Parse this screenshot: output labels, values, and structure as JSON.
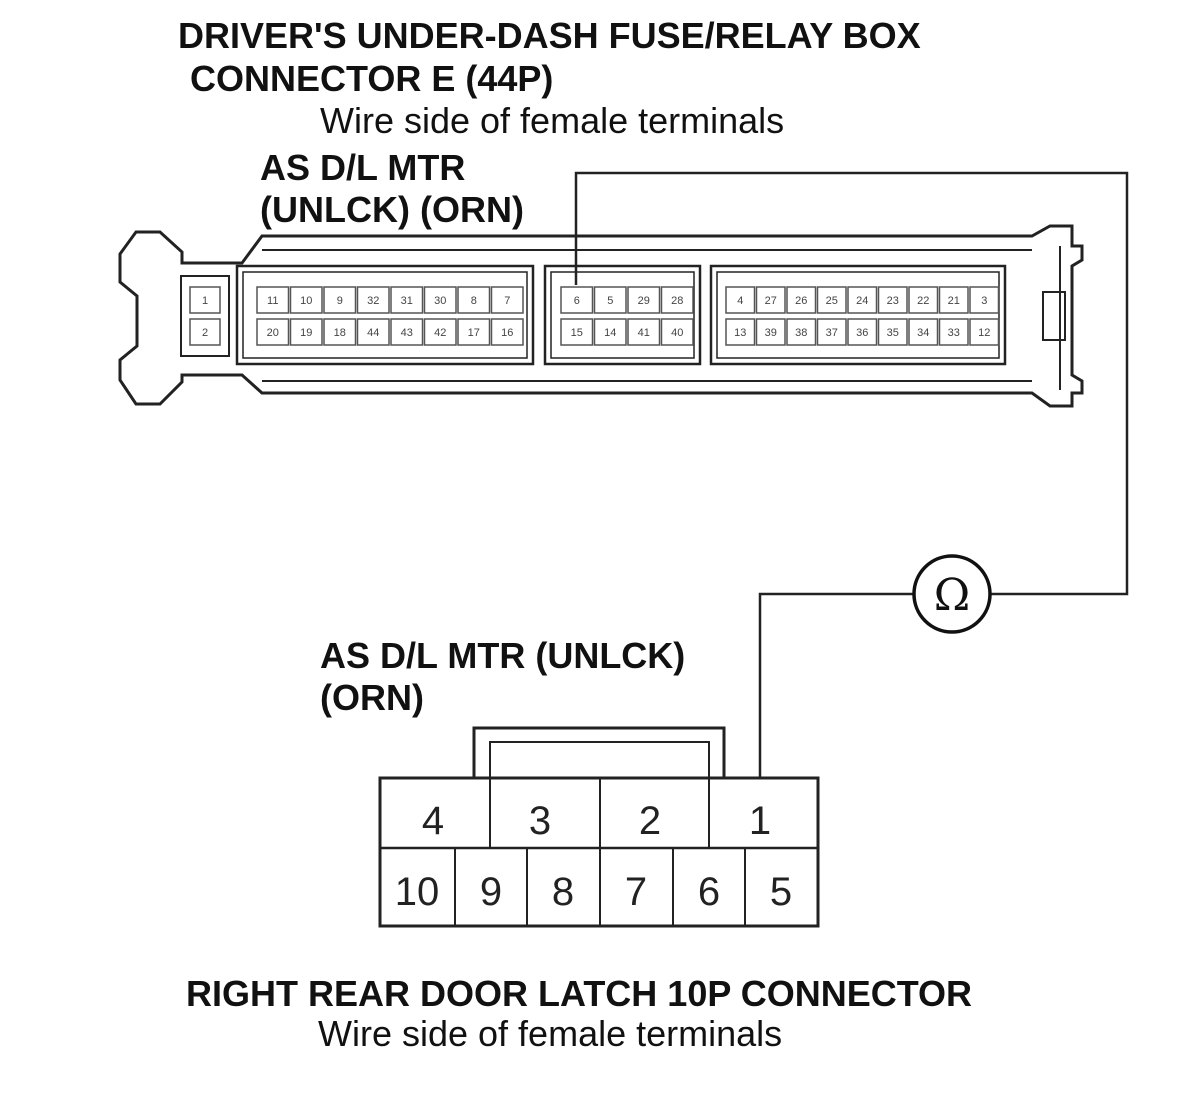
{
  "top_connector": {
    "title_line1": "DRIVER'S UNDER-DASH FUSE/RELAY BOX",
    "title_line2": "CONNECTOR E (44P)",
    "subtitle": "Wire side of female terminals",
    "wire_label_line1": "AS D/L MTR",
    "wire_label_line2": "(UNLCK) (ORN)",
    "pins_left_small": {
      "top": [
        "1"
      ],
      "bottom": [
        "2"
      ]
    },
    "pins_left": {
      "top": [
        "11",
        "10",
        "9",
        "32",
        "31",
        "30",
        "8",
        "7"
      ],
      "bottom": [
        "20",
        "19",
        "18",
        "44",
        "43",
        "42",
        "17",
        "16"
      ]
    },
    "pins_middle": {
      "top": [
        "6",
        "5",
        "29",
        "28"
      ],
      "bottom": [
        "15",
        "14",
        "41",
        "40"
      ]
    },
    "pins_right": {
      "top": [
        "4",
        "27",
        "26",
        "25",
        "24",
        "23",
        "22",
        "21",
        "3"
      ],
      "bottom": [
        "13",
        "39",
        "38",
        "37",
        "36",
        "35",
        "34",
        "33",
        "12"
      ]
    },
    "probed_pin": "6"
  },
  "meter": {
    "symbol": "Ω",
    "icon": "ohmmeter-icon"
  },
  "bottom_connector": {
    "wire_label_line1": "AS D/L MTR (UNLCK)",
    "wire_label_line2": "(ORN)",
    "pins_top": [
      "4",
      "3",
      "2",
      "1"
    ],
    "pins_bottom": [
      "10",
      "9",
      "8",
      "7",
      "6",
      "5"
    ],
    "probed_pin": "1",
    "title": "RIGHT REAR DOOR LATCH 10P CONNECTOR",
    "subtitle": "Wire side of female terminals"
  }
}
